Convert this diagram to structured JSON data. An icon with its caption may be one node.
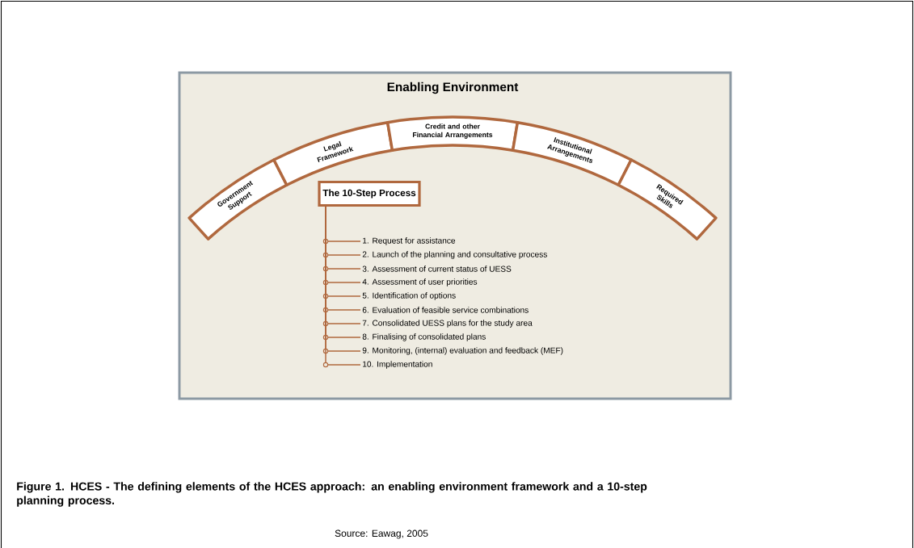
{
  "diagram": {
    "caption": "Figure 1. HCES - The defining elements of the HCES approach: an enabling environment framework and a 10-step planning process.",
    "nodes": [
      {
        "text": [
          "Government Support"
        ]
      },
      {
        "text": [
          "Legal Framework"
        ]
      },
      {
        "text": [
          "Credit and other Financial Arrangements"
        ]
      },
      {
        "text": [
          "Institutional Arrangements"
        ]
      },
      {
        "text": [
          "Required Skills"
        ]
      },
      {
        "text": [
          "The 10-Step Process"
        ]
      },
      {
        "text": [
          "1. Request for assistance"
        ]
      },
      {
        "text": [
          "2. Launch of the planning and consultative process"
        ]
      },
      {
        "text": [
          "3. Assessment of current status of UESS"
        ]
      },
      {
        "text": [
          "4. Assessment of user priorities"
        ]
      },
      {
        "text": [
          "5. Identification of options"
        ]
      },
      {
        "text": [
          "6. Evaluation of feasible service combinations"
        ]
      },
      {
        "text": [
          "7. Consolidated UESS plans for the study area"
        ]
      },
      {
        "text": [
          "8. Finalising of consolidated plans"
        ]
      },
      {
        "text": [
          "9. Monitoring, (internal) evaluation and feedback (MEF)"
        ]
      },
      {
        "text": [
          "10. Implementation"
        ]
      }
    ],
    "edges": [
      {
        "from": 5,
        "to": 6,
        "arrow": "none"
      },
      {
        "from": 5,
        "to": 7,
        "arrow": "none"
      },
      {
        "from": 5,
        "to": 8,
        "arrow": "none"
      },
      {
        "from": 5,
        "to": 9,
        "arrow": "none"
      },
      {
        "from": 5,
        "to": 10,
        "arrow": "none"
      },
      {
        "from": 5,
        "to": 11,
        "arrow": "none"
      },
      {
        "from": 5,
        "to": 12,
        "arrow": "none"
      },
      {
        "from": 5,
        "to": 13,
        "arrow": "none"
      },
      {
        "from": 5,
        "to": 14,
        "arrow": "none"
      },
      {
        "from": 5,
        "to": 15,
        "arrow": "none"
      }
    ],
    "labels": [
      "Enabling Environment",
      "Source: Eawag, 2005"
    ]
  }
}
